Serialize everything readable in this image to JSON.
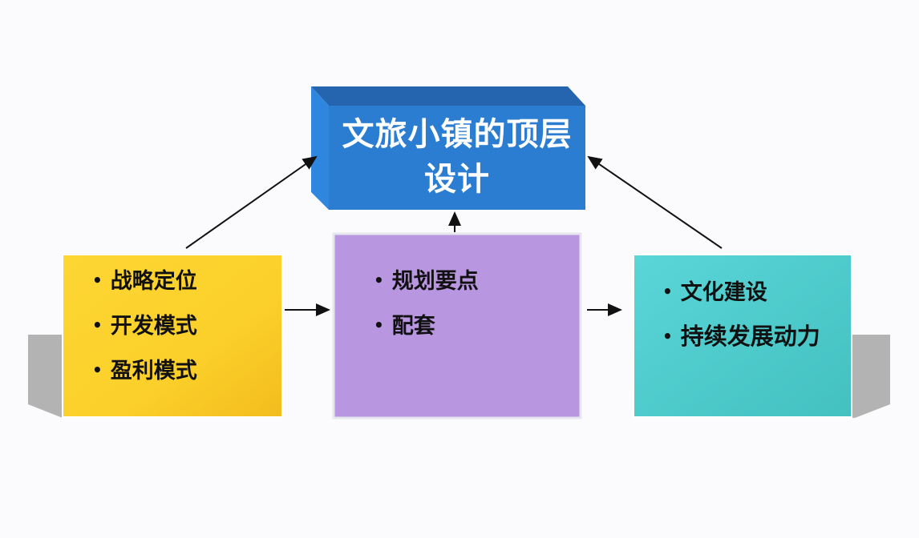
{
  "title": "文旅小镇的顶层设计",
  "boxes": {
    "left": {
      "items": [
        "战略定位",
        "开发模式",
        "盈利模式"
      ],
      "color": "#fcd22e"
    },
    "middle": {
      "items": [
        "规划要点",
        "配套"
      ],
      "color": "#b896e0"
    },
    "right": {
      "items": [
        "文化建设",
        "持续发展动力"
      ],
      "color": "#55d0d0"
    }
  },
  "colors": {
    "title_box": "#2a7dd0",
    "shadow": "#b3b3b3"
  }
}
